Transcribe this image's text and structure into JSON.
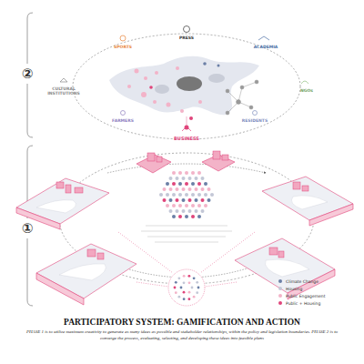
{
  "diagram": {
    "title": "PARTICIPATORY SYSTEM: GAMIFICATION AND ACTION",
    "caption": "PHASE 1 is to utilize maximum creativity to generate as many ideas as possible and stakeholder relationships, within the policy and legislation boundaries. PHASE 2 is to converge the process, evaluating, selecting, and developing these ideas into feasible plans",
    "labels": [
      "②",
      "①",
      "SPORTS",
      "PRESS",
      "ACADEMIA",
      "CULTURAL INSTITUTIONS",
      "NGOs",
      "FARMERS",
      "BUSINESS",
      "RESIDENTS"
    ],
    "legend": [
      {
        "text": "Climate Change",
        "color": "#6b7fa6"
      },
      {
        "text": "Housing",
        "color": "#c3c7d6"
      },
      {
        "text": "Public Engagement",
        "color": "#f3b3c8"
      },
      {
        "text": "Public + Housing",
        "color": "#e0457b"
      }
    ]
  }
}
